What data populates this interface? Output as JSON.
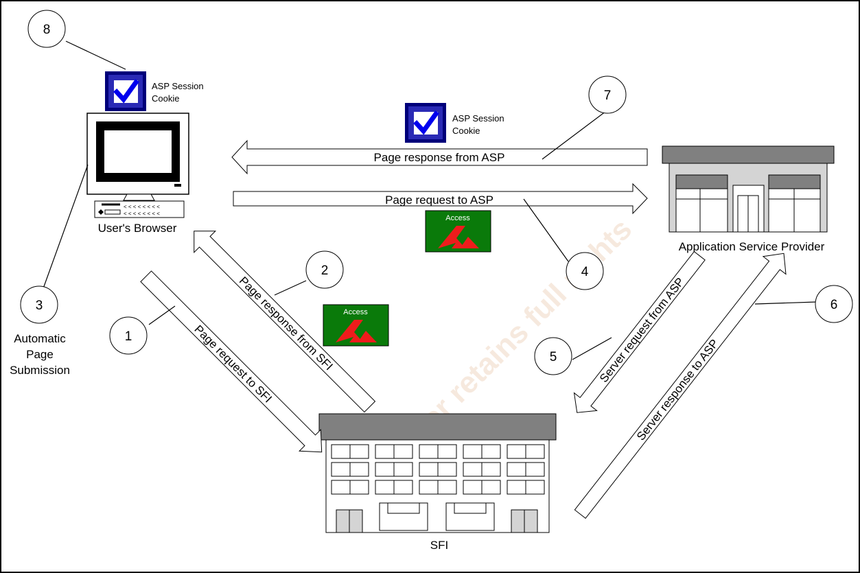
{
  "labels": {
    "browser": "User's Browser",
    "asp": "Application Service Provider",
    "sfi": "SFI",
    "automatic": [
      "Automatic",
      "Page",
      "Submission"
    ],
    "cookie_line1": "ASP Session",
    "cookie_line2": "Cookie",
    "access_logo": "Access"
  },
  "arrows": {
    "page_response_from_asp": "Page response from ASP",
    "page_request_to_asp": "Page request to ASP",
    "page_request_to_sfi": "Page request to SFI",
    "page_response_from_sfi": "Page response from SFI",
    "server_request_from_asp": "Server request from ASP",
    "server_response_to_asp": "Server response to ASP"
  },
  "steps": [
    "1",
    "2",
    "3",
    "4",
    "5",
    "6",
    "7",
    "8"
  ],
  "colors": {
    "accent_blue": "#0000cc",
    "access_green": "#0a7a0a",
    "access_red": "#ee1c1c",
    "building_roof": "#808080",
    "building_body": "#d4d4d4"
  },
  "watermark": "Author retains full rights"
}
